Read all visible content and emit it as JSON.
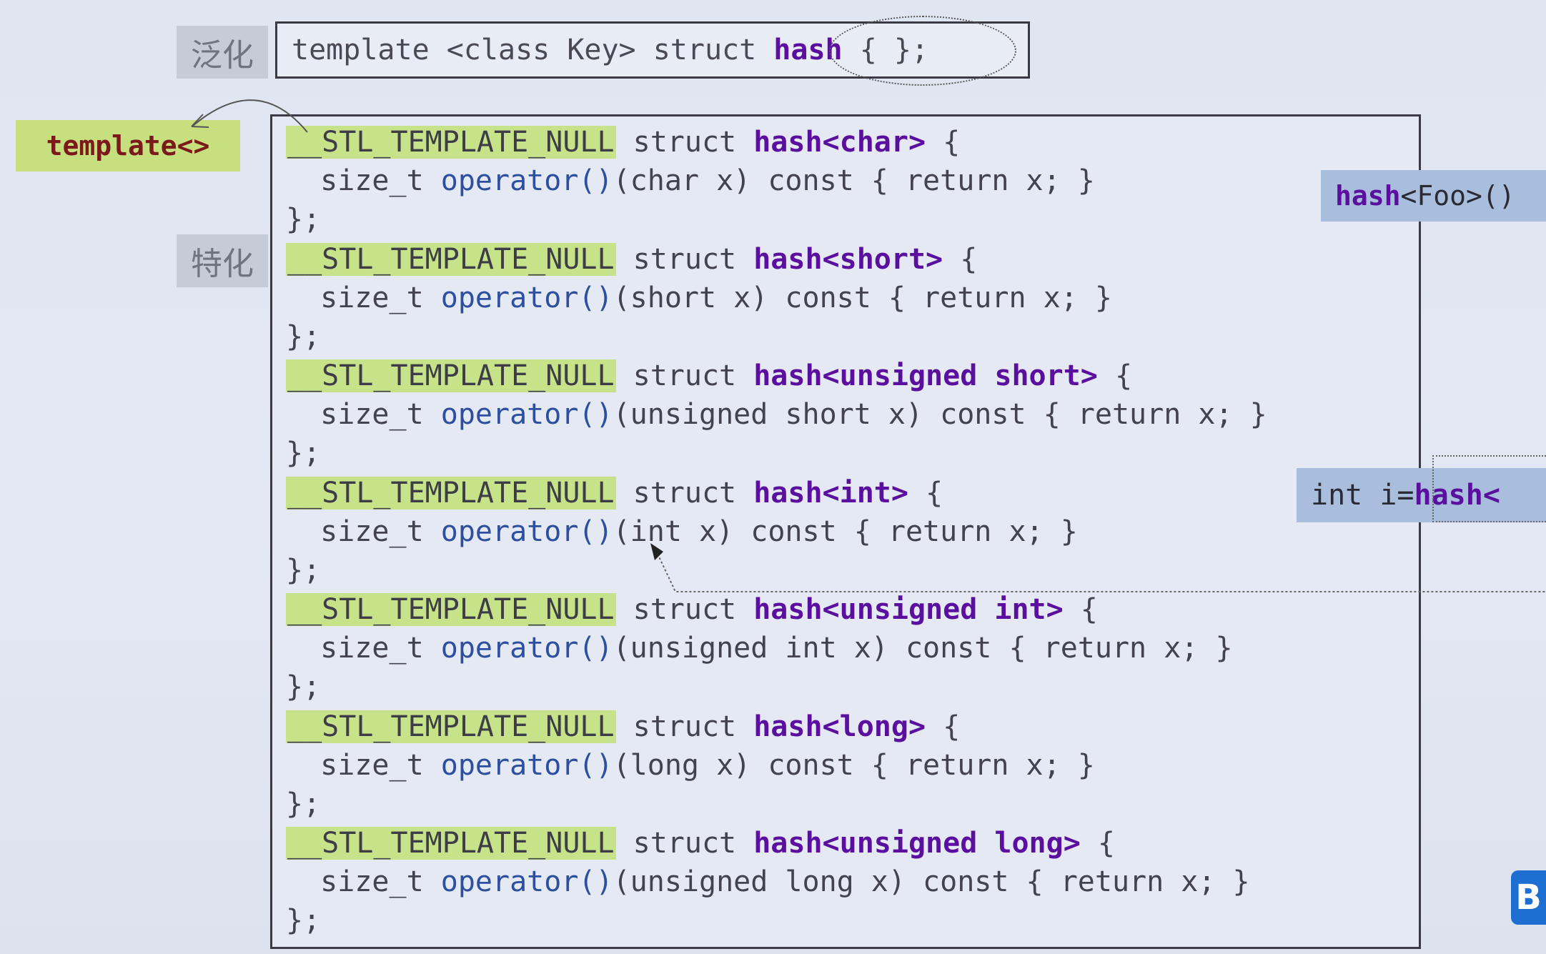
{
  "labels": {
    "general": "泛化",
    "special": "特化",
    "template_null": "template<>"
  },
  "general_template": {
    "prefix": "template <class Key> struct ",
    "keyword": "hash",
    "suffix": " { };"
  },
  "specializations": [
    {
      "macro": "__STL_TEMPLATE_NULL",
      "head": " struct ",
      "name": "hash<char>",
      "tail": " {",
      "op_prefix": "  size_t ",
      "op": "operator()",
      "body": "(char x) const { return x; }",
      "close": "};"
    },
    {
      "macro": "__STL_TEMPLATE_NULL",
      "head": " struct ",
      "name": "hash<short>",
      "tail": " {",
      "op_prefix": "  size_t ",
      "op": "operator()",
      "body": "(short x) const { return x; }",
      "close": "};"
    },
    {
      "macro": "__STL_TEMPLATE_NULL",
      "head": " struct ",
      "name": "hash<unsigned short>",
      "tail": " {",
      "op_prefix": "  size_t ",
      "op": "operator()",
      "body": "(unsigned short x) const { return x; }",
      "close": "};"
    },
    {
      "macro": "__STL_TEMPLATE_NULL",
      "head": " struct ",
      "name": "hash<int>",
      "tail": " {",
      "op_prefix": "  size_t ",
      "op": "operator()",
      "body": "(int x) const { return x; }",
      "close": "};"
    },
    {
      "macro": "__STL_TEMPLATE_NULL",
      "head": " struct ",
      "name": "hash<unsigned int>",
      "tail": " {",
      "op_prefix": "  size_t ",
      "op": "operator()",
      "body": "(unsigned int x) const { return x; }",
      "close": "};"
    },
    {
      "macro": "__STL_TEMPLATE_NULL",
      "head": " struct ",
      "name": "hash<long>",
      "tail": " {",
      "op_prefix": "  size_t ",
      "op": "operator()",
      "body": "(long x) const { return x; }",
      "close": "};"
    },
    {
      "macro": "__STL_TEMPLATE_NULL",
      "head": " struct ",
      "name": "hash<unsigned long>",
      "tail": " {",
      "op_prefix": "  size_t ",
      "op": "operator()",
      "body": "(unsigned long x) const { return x; }",
      "close": "};"
    }
  ],
  "callouts": {
    "hash_foo_name": "hash",
    "hash_foo_rest": "<Foo>()",
    "int_prefix": "int i=",
    "int_hash": "hash<"
  },
  "corner_badge": "B",
  "colors": {
    "keyword": "#5a0f9e",
    "macro_highlight": "#c7e38a",
    "operator": "#2d4fa0",
    "callout_bg": "#a9bedc"
  }
}
